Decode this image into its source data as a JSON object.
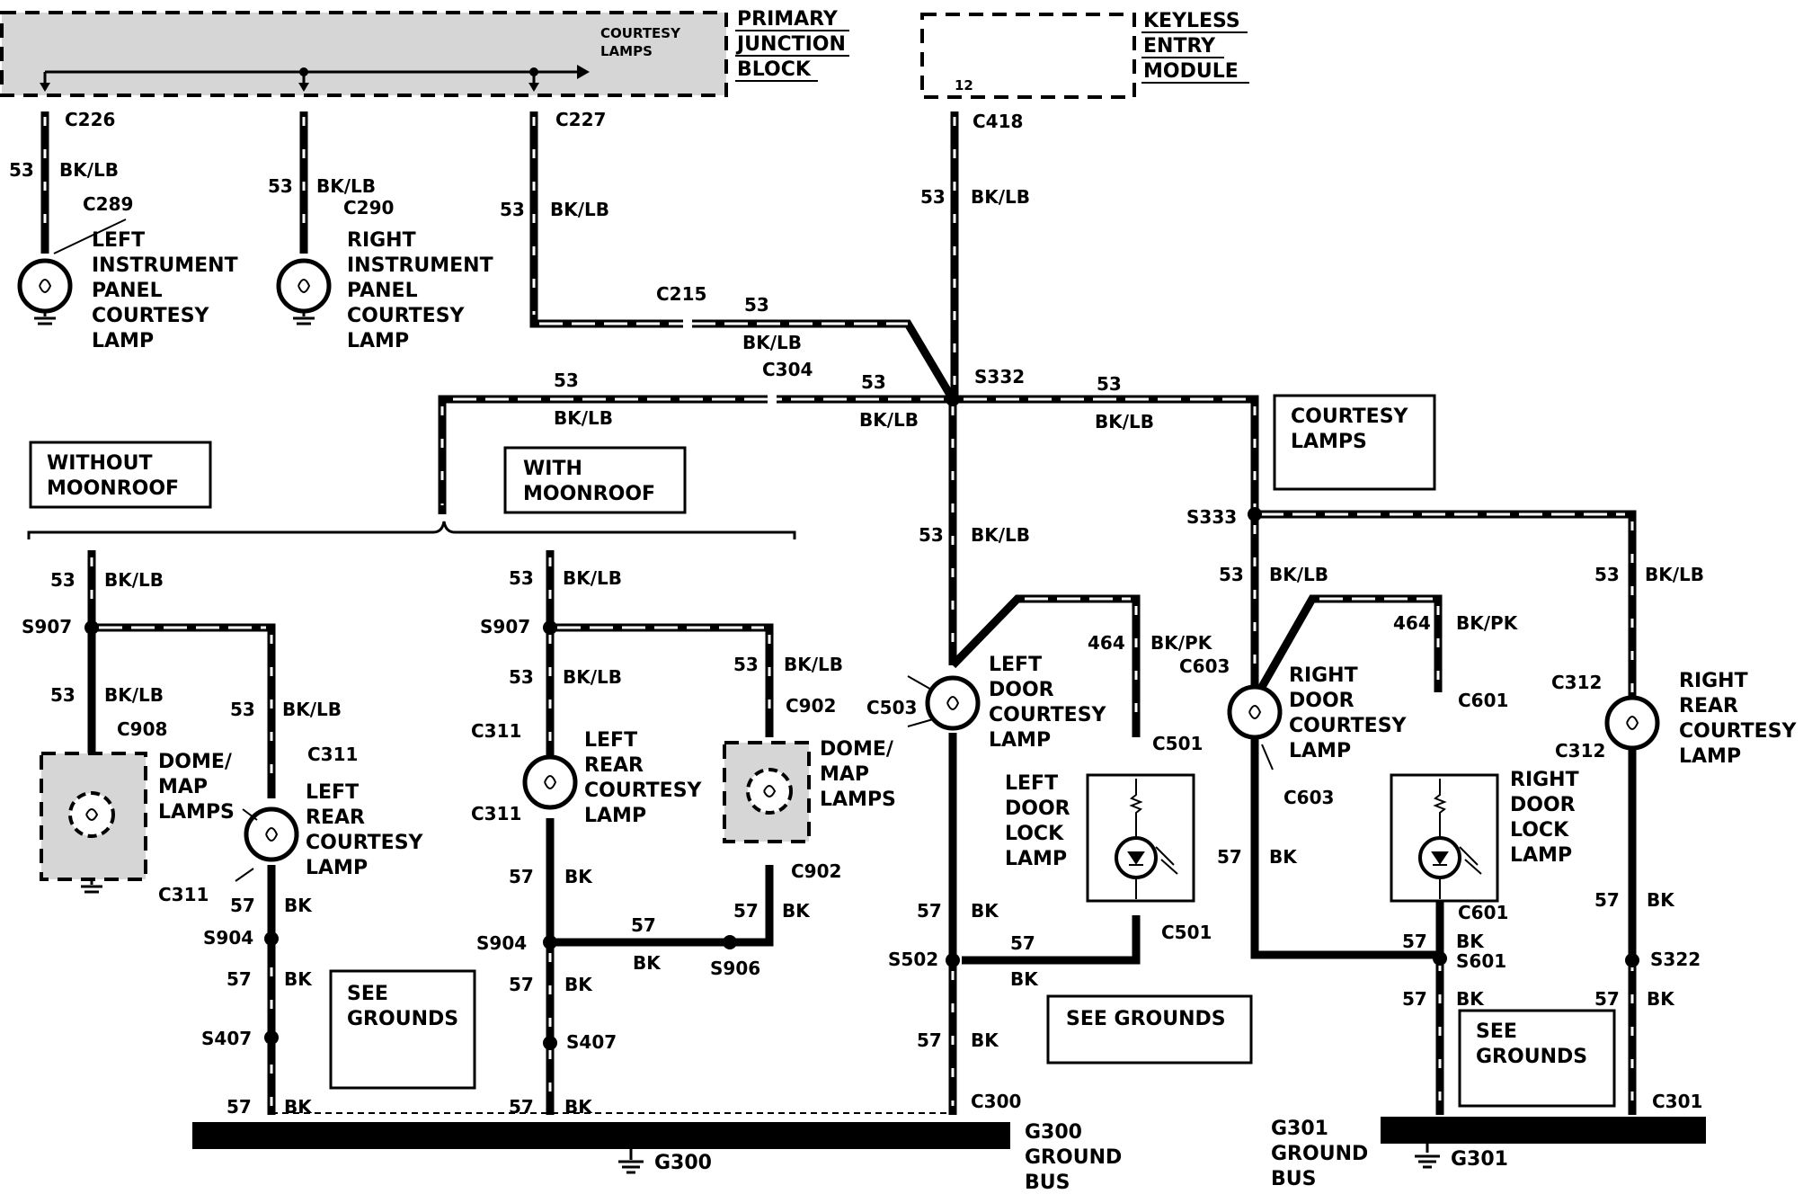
{
  "colors": {
    "ink": "#000000",
    "paper": "#ffffff",
    "shade": "#d6d6d6"
  },
  "modules": {
    "pjb_inner": [
      "COURTESY",
      "LAMPS"
    ],
    "pjb": [
      "PRIMARY",
      "JUNCTION",
      "BLOCK"
    ],
    "kem": [
      "KEYLESS",
      "ENTRY",
      "MODULE"
    ],
    "kem_pin": "12"
  },
  "connectors": {
    "c226": "C226",
    "c227": "C227",
    "c418": "C418",
    "c289": "C289",
    "c290": "C290",
    "c215": "C215",
    "c304": "C304",
    "c908": "C908",
    "c311": "C311",
    "c902": "C902",
    "c503": "C503",
    "c501": "C501",
    "c603": "C603",
    "c601": "C601",
    "c312": "C312",
    "c300": "C300",
    "c301": "C301"
  },
  "splices": {
    "s332": "S332",
    "s333": "S333",
    "s907": "S907",
    "s904": "S904",
    "s906": "S906",
    "s407": "S407",
    "s502": "S502",
    "s601": "S601",
    "s322": "S322"
  },
  "circuits": {
    "c53": "53",
    "c57": "57",
    "c464": "464",
    "bklb": "BK/LB",
    "bk": "BK",
    "bkpk": "BK/PK"
  },
  "lamps": {
    "lip": [
      "LEFT",
      "INSTRUMENT",
      "PANEL",
      "COURTESY",
      "LAMP"
    ],
    "rip": [
      "RIGHT",
      "INSTRUMENT",
      "PANEL",
      "COURTESY",
      "LAMP"
    ],
    "dome": [
      "DOME/",
      "MAP",
      "LAMPS"
    ],
    "lrc": [
      "LEFT",
      "REAR",
      "COURTESY",
      "LAMP"
    ],
    "ldc": [
      "LEFT",
      "DOOR",
      "COURTESY",
      "LAMP"
    ],
    "ldl": [
      "LEFT",
      "DOOR",
      "LOCK",
      "LAMP"
    ],
    "rdc": [
      "RIGHT",
      "DOOR",
      "COURTESY",
      "LAMP"
    ],
    "rdl": [
      "RIGHT",
      "DOOR",
      "LOCK",
      "LAMP"
    ],
    "rrc": [
      "RIGHT",
      "REAR",
      "COURTESY",
      "LAMP"
    ]
  },
  "notes": {
    "without": [
      "WITHOUT",
      "MOONROOF"
    ],
    "with": [
      "WITH",
      "MOONROOF"
    ],
    "courtesy": [
      "COURTESY",
      "LAMPS"
    ],
    "see_grounds": [
      "SEE",
      "GROUNDS"
    ],
    "see_grounds_one": "SEE GROUNDS"
  },
  "grounds": {
    "g300": "G300",
    "g301": "G301",
    "g300_bus": [
      "G300",
      "GROUND",
      "BUS"
    ],
    "g301_bus": [
      "G301",
      "GROUND",
      "BUS"
    ]
  }
}
